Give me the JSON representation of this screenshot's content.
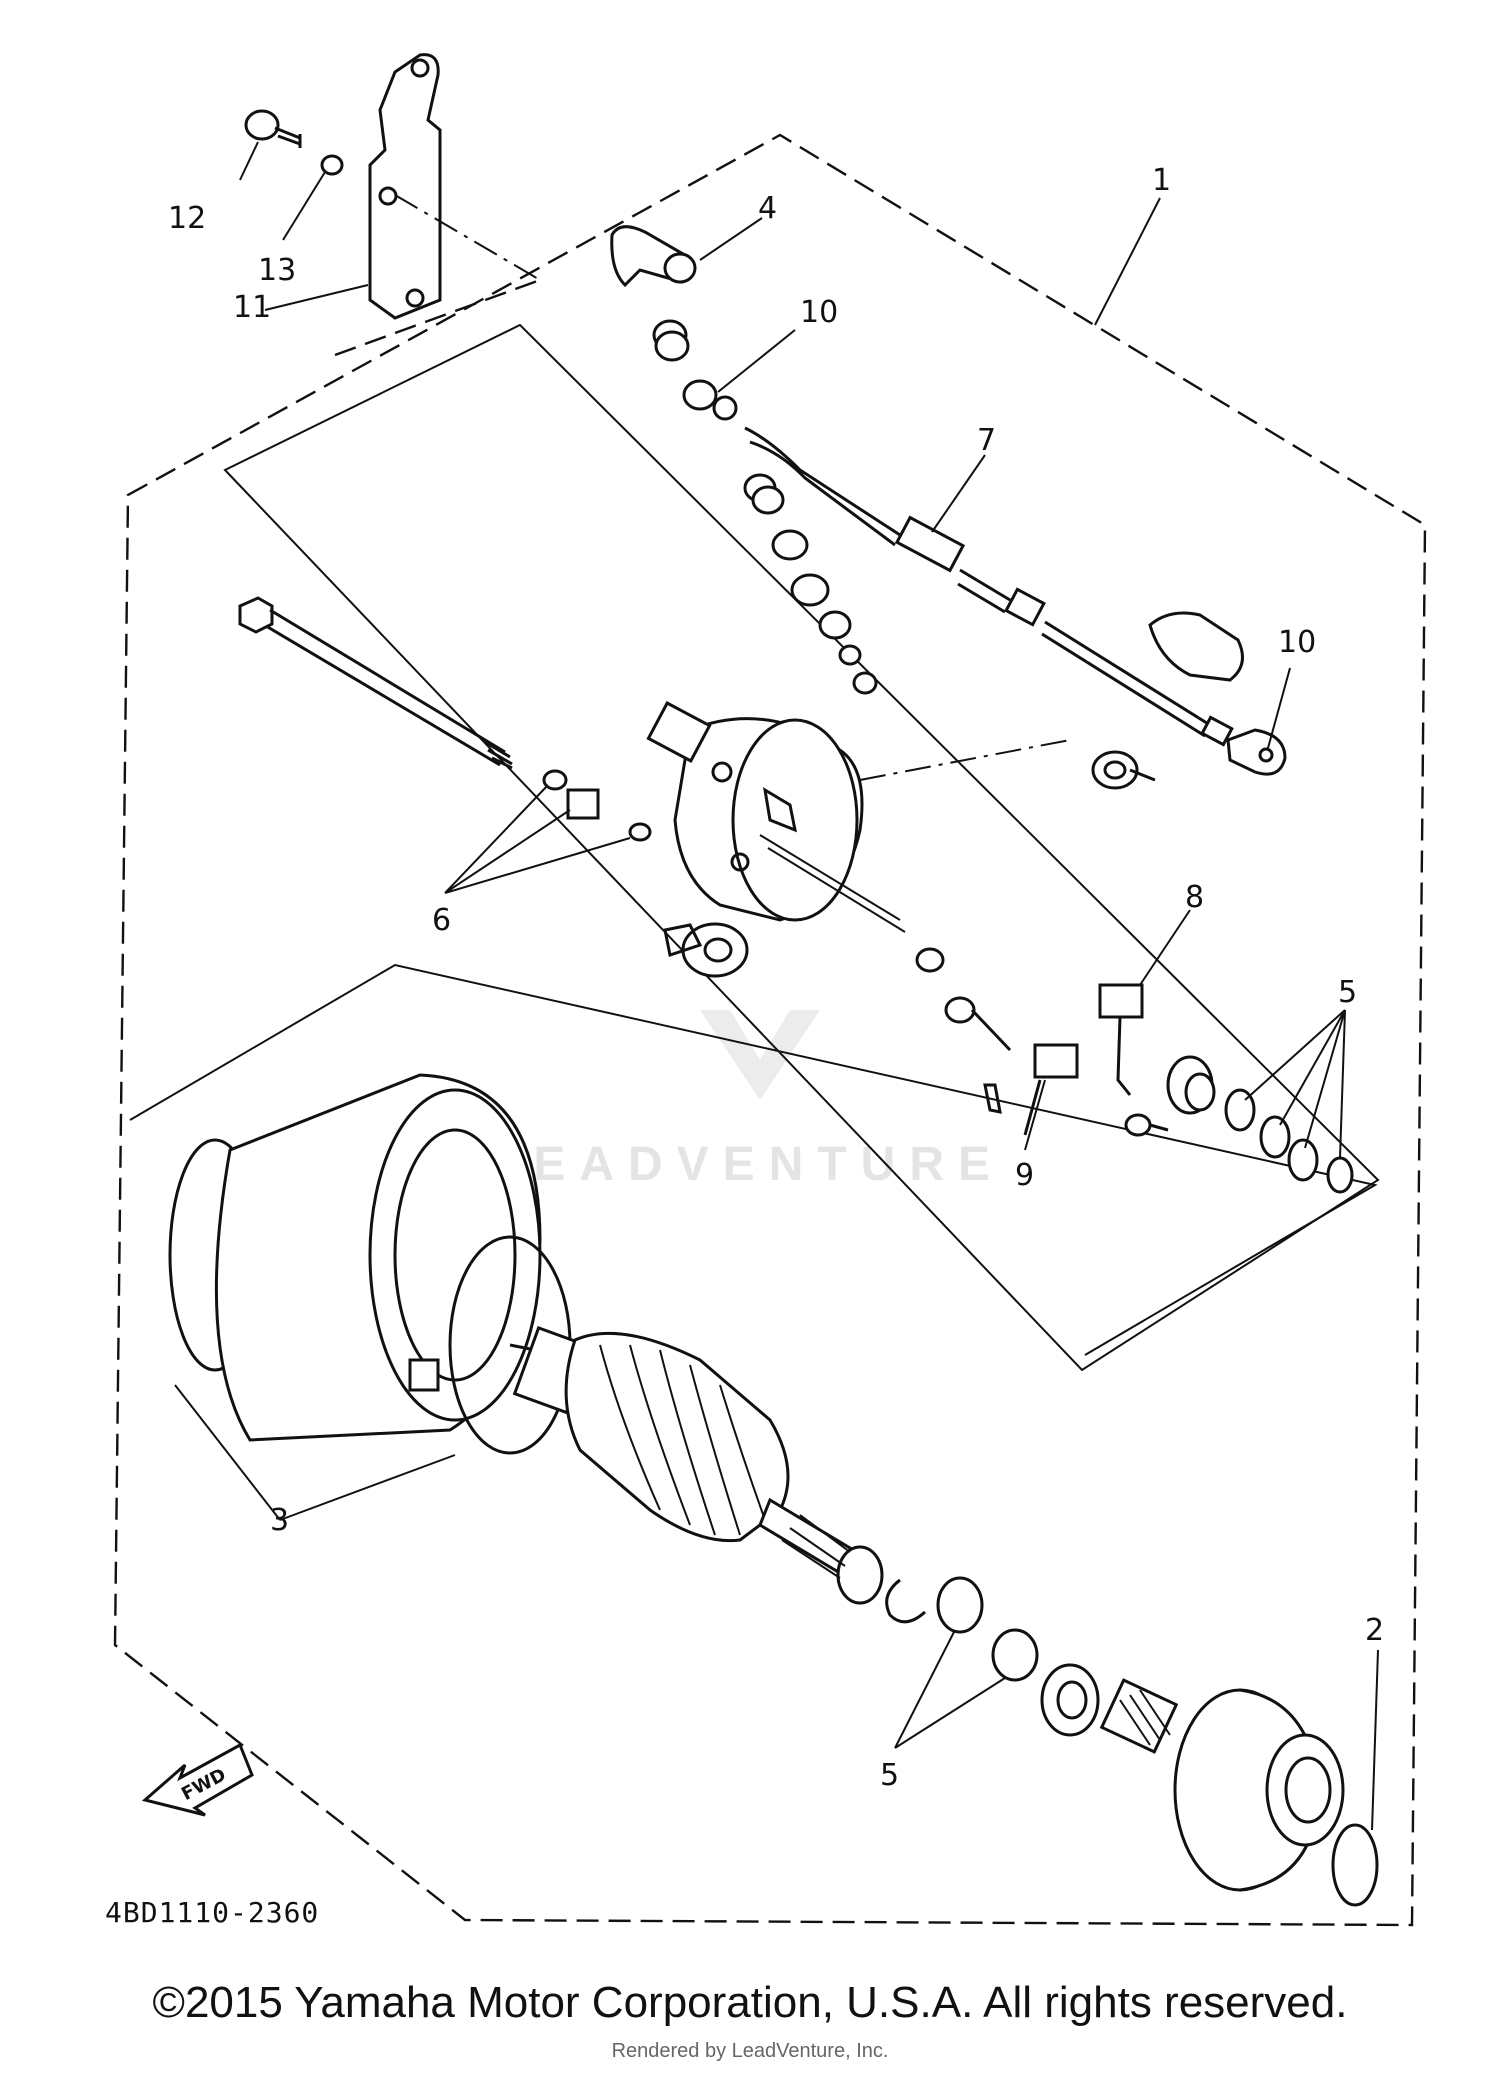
{
  "callouts": {
    "c1": "1",
    "c2": "2",
    "c3": "3",
    "c4": "4",
    "c5a": "5",
    "c5b": "5",
    "c6": "6",
    "c7": "7",
    "c8": "8",
    "c9": "9",
    "c10a": "10",
    "c10b": "10",
    "c11": "11",
    "c12": "12",
    "c13": "13"
  },
  "fwd_label": "FWD",
  "diagram_code": "4BD1110-2360",
  "watermark": "LEADVENTURE",
  "copyright": "©2015 Yamaha Motor Corporation, U.S.A. All rights reserved.",
  "rendered_by": "Rendered by LeadVenture, Inc."
}
